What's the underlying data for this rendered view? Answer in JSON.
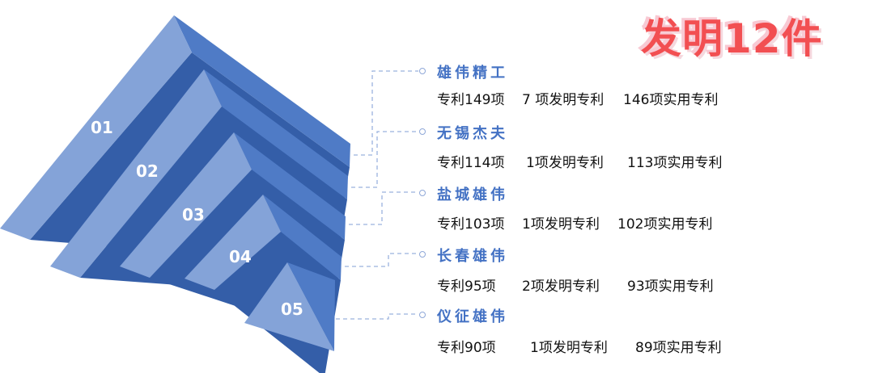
{
  "headline": "发明12件",
  "colors": {
    "light": "#84a3d8",
    "mid": "#4f7bc6",
    "dark": "#345ea8",
    "title": "#4472c4",
    "headline": "#f24f52",
    "connector": "#9bb2de"
  },
  "items": [
    {
      "num": "01",
      "name": "雄伟精工",
      "total": "专利149项",
      "invention": "7 项发明专利",
      "utility": "146项实用专利"
    },
    {
      "num": "02",
      "name": "无锡杰夫",
      "total": "专利114项",
      "invention": "1项发明专利",
      "utility": "113项实用专利"
    },
    {
      "num": "03",
      "name": "盐城雄伟",
      "total": "专利103项",
      "invention": "1项发明专利",
      "utility": "102项实用专利"
    },
    {
      "num": "04",
      "name": "长春雄伟",
      "total": "专利95项",
      "invention": "2项发明专利",
      "utility": "93项实用专利"
    },
    {
      "num": "05",
      "name": "仪征雄伟",
      "total": "专利90项",
      "invention": "1项发明专利",
      "utility": "89项实用专利"
    }
  ]
}
